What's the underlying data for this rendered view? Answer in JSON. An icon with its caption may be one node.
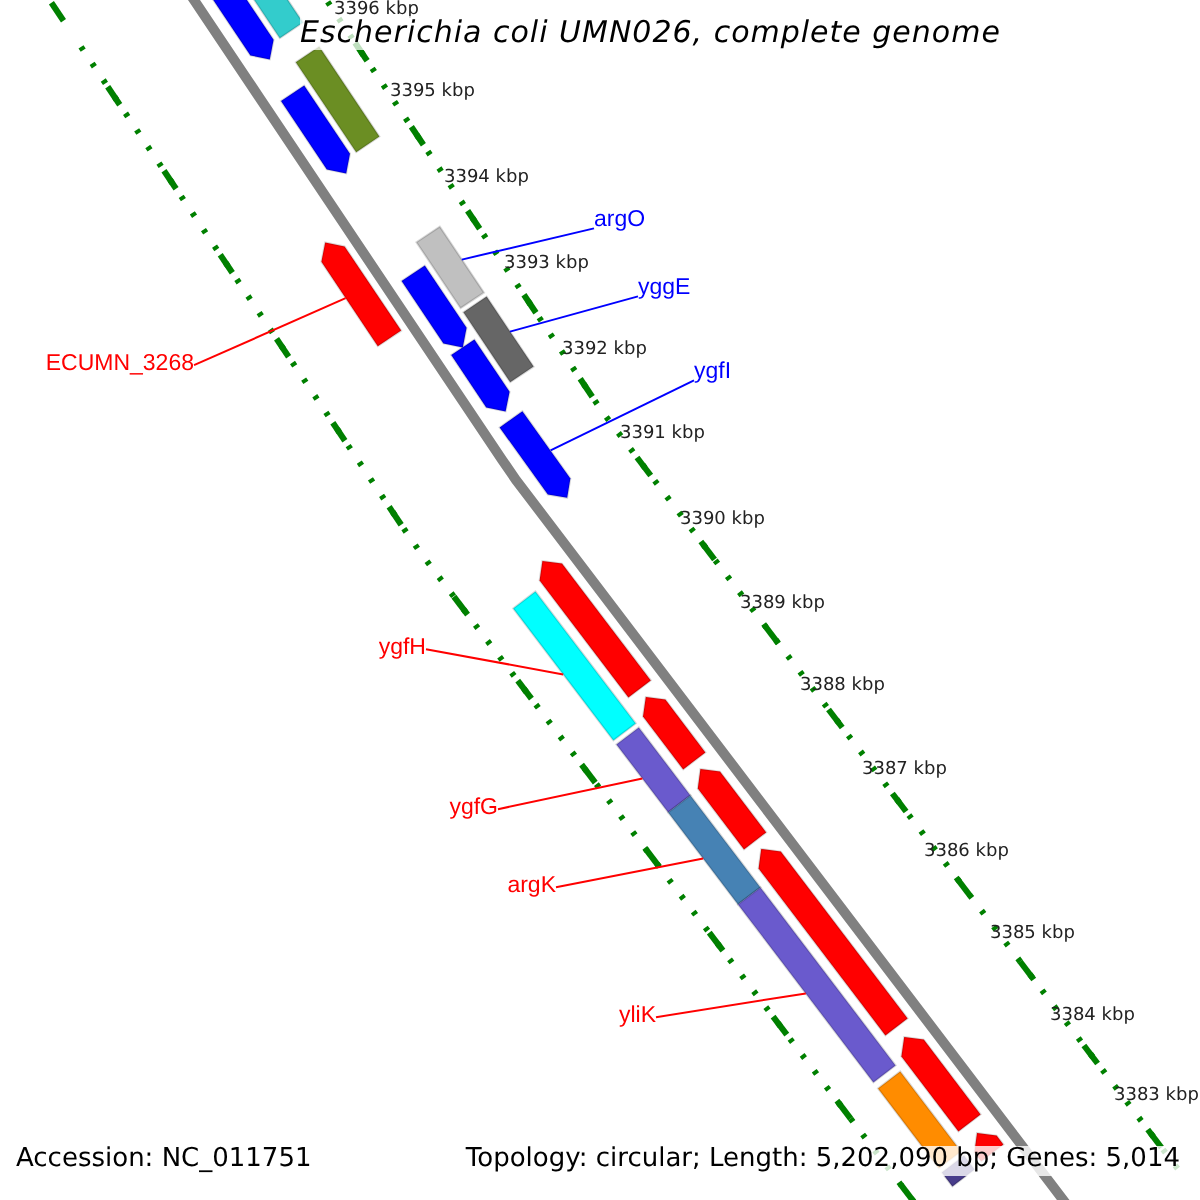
{
  "diagram": {
    "title": "Escherichia coli UMN026, complete genome",
    "nodes": [
      {
        "text": [
          "argO"
        ]
      },
      {
        "text": [
          "yggE"
        ]
      },
      {
        "text": [
          "ECUMN_3268"
        ]
      },
      {
        "text": [
          "ygfI"
        ]
      },
      {
        "text": [
          "ygfH"
        ]
      },
      {
        "text": [
          "ygfG"
        ]
      },
      {
        "text": [
          "argK"
        ]
      },
      {
        "text": [
          "yliK"
        ]
      },
      {
        "text": [],
        "shape": "arrow"
      },
      {
        "text": [],
        "shape": "bar"
      },
      {
        "text": [],
        "shape": "bar"
      },
      {
        "text": [],
        "shape": "arrow"
      },
      {
        "text": [],
        "shape": "arrow"
      },
      {
        "text": [],
        "shape": "bar"
      },
      {
        "text": [],
        "shape": "arrow"
      },
      {
        "text": [],
        "shape": "bar"
      },
      {
        "text": [],
        "shape": "arrow"
      },
      {
        "text": [],
        "shape": "arrow"
      },
      {
        "text": [],
        "shape": "arrow"
      },
      {
        "text": [],
        "shape": "bar"
      },
      {
        "text": [],
        "shape": "arrow"
      },
      {
        "text": [],
        "shape": "bar"
      },
      {
        "text": [],
        "shape": "arrow"
      },
      {
        "text": [],
        "shape": "bar"
      },
      {
        "text": [],
        "shape": "arrow"
      },
      {
        "text": [],
        "shape": "bar"
      },
      {
        "text": [],
        "shape": "arrow"
      },
      {
        "text": [],
        "shape": "bar"
      },
      {
        "text": [],
        "shape": "arrow"
      },
      {
        "text": [],
        "shape": "bar"
      }
    ],
    "edges": [
      {
        "from": 0,
        "to": 13,
        "arrow": "none",
        "color": "#0000ff"
      },
      {
        "from": 1,
        "to": 15,
        "arrow": "none",
        "color": "#0000ff"
      },
      {
        "from": 2,
        "to": 12,
        "arrow": "none"
      },
      {
        "from": 3,
        "to": 17,
        "arrow": "none",
        "color": "#0000ff"
      },
      {
        "from": 4,
        "to": 19,
        "arrow": "none"
      },
      {
        "from": 5,
        "to": 21,
        "arrow": "none"
      },
      {
        "from": 6,
        "to": 23,
        "arrow": "none"
      },
      {
        "from": 7,
        "to": 25,
        "arrow": "none"
      }
    ],
    "labels": [
      "3396 kbp",
      "3395 kbp",
      "3394 kbp",
      "3393 kbp",
      "3392 kbp",
      "3391 kbp",
      "3390 kbp",
      "3389 kbp",
      "3388 kbp",
      "3387 kbp",
      "3386 kbp",
      "3385 kbp",
      "3384 kbp",
      "3383 kbp",
      "Accession: NC_011751",
      "Topology: circular; Length: 5,202,090 bp; Genes: 5,014"
    ]
  }
}
